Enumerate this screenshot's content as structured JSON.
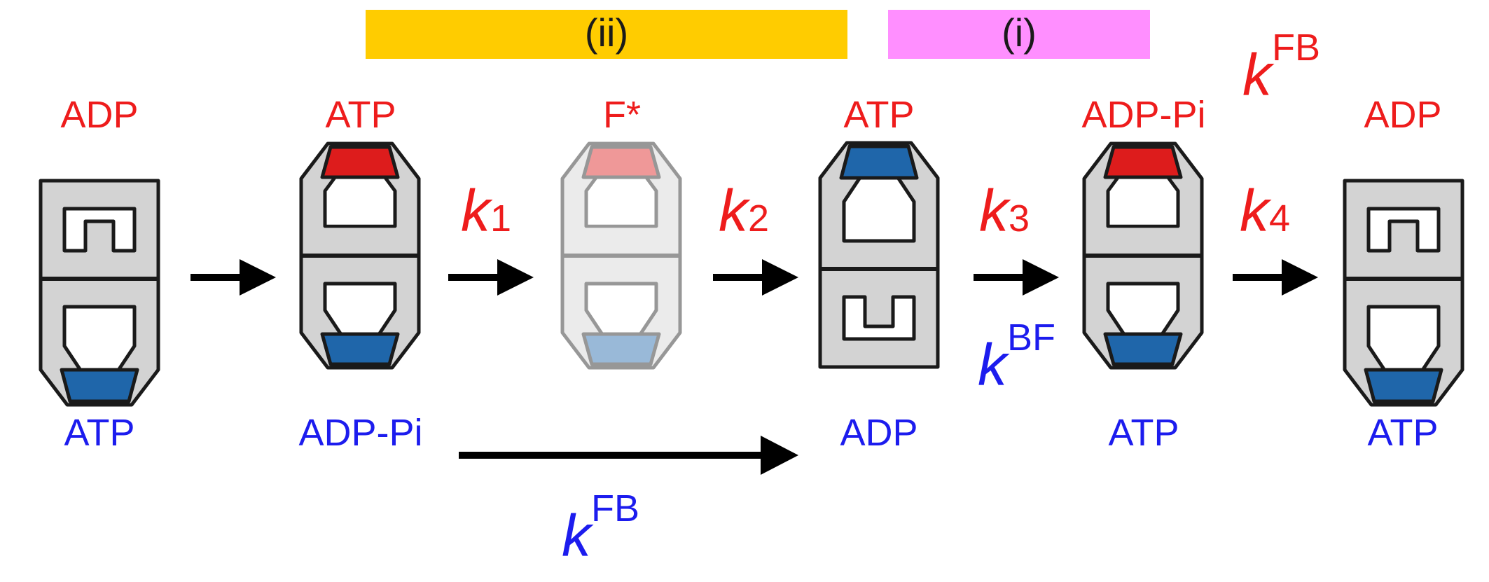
{
  "colors": {
    "red": "#ee1c1c",
    "blue": "#1c1cee",
    "bar_ii": "#ffcc00",
    "bar_i": "#ff8fff",
    "body_gray": "#d3d3d3",
    "cap_red": "#dd1c1c",
    "cap_blue": "#1f66aa"
  },
  "headers": {
    "ii": "(ii)",
    "i": "(i)"
  },
  "states": [
    {
      "top": "ADP",
      "bottom": "ATP"
    },
    {
      "top": "ATP",
      "bottom": "ADP-Pi"
    },
    {
      "top": "F*",
      "bottom": ""
    },
    {
      "top": "ATP",
      "bottom": "ADP"
    },
    {
      "top": "ADP-Pi",
      "bottom": "ATP"
    },
    {
      "top": "ADP",
      "bottom": "ATP"
    }
  ],
  "rates": {
    "k": "k",
    "k1_sub": "1",
    "k2_sub": "2",
    "k3_sub": "3",
    "k4_sub": "4",
    "kFB_top_sup": "FB",
    "kBF_sup": "BF",
    "kFB_bottom_sup": "FB"
  }
}
